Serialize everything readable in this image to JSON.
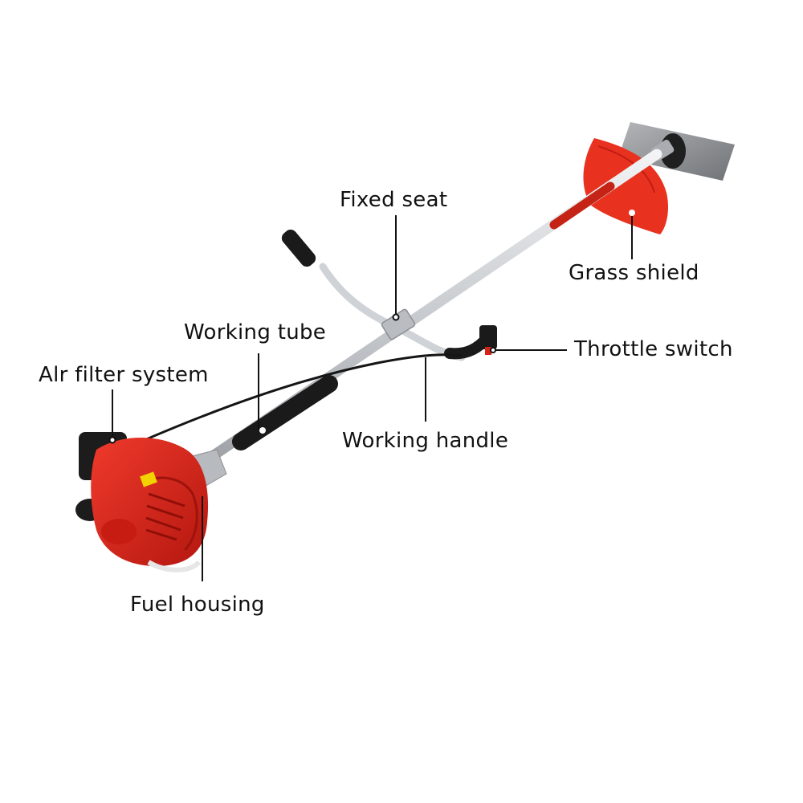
{
  "labels": {
    "fixed_seat": "Fixed seat",
    "grass_shield": "Grass shield",
    "working_tube": "Working tube",
    "throttle_switch": "Throttle switch",
    "air_filter_system": "Alr filter system",
    "working_handle": "Working handle",
    "fuel_housing": "Fuel housing"
  },
  "colors": {
    "engine_red": "#d8231b",
    "shield_red": "#e8321f",
    "shaft_silver": "#c9ccd0",
    "handle_black": "#1a1a1a",
    "blade_gray": "#8f9296",
    "leader_line": "#111111"
  }
}
